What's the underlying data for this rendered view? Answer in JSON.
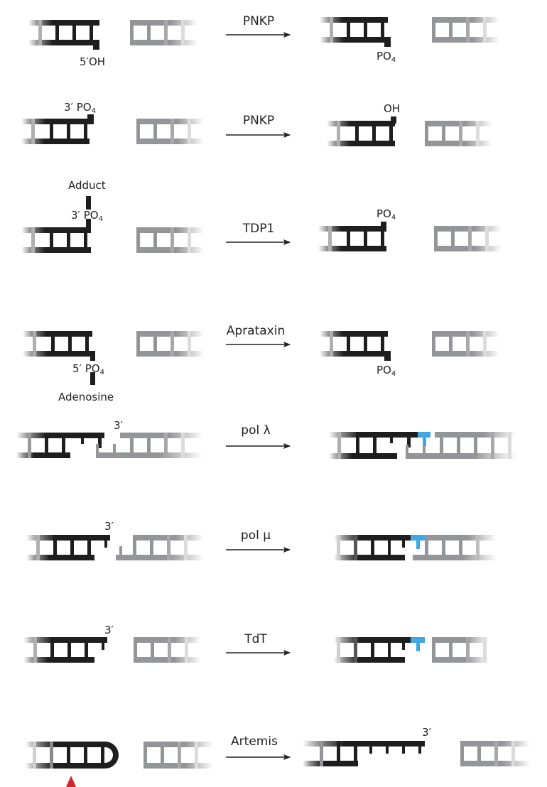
{
  "figure": {
    "colors": {
      "strand_black": "#1e1e1e",
      "strand_gray": "#939598",
      "added_nucleotide_blue": "#41a7e1",
      "cleavage_marker_red": "#d0262c",
      "text": "#231f20"
    },
    "reactions": [
      {
        "enzyme": "PNKP",
        "substrate_labels": [
          "5′OH"
        ],
        "product_labels": [
          "PO",
          "4"
        ]
      },
      {
        "enzyme": "PNKP",
        "substrate_labels": [
          "3′ PO",
          "4"
        ],
        "product_labels": [
          "OH"
        ]
      },
      {
        "enzyme": "TDP1",
        "substrate_labels": [
          "Adduct",
          "3′ PO",
          "4"
        ],
        "product_labels": [
          "PO",
          "4"
        ]
      },
      {
        "enzyme": "Aprataxin",
        "substrate_labels": [
          "5′ PO",
          "4",
          "Adenosine"
        ],
        "product_labels": [
          "PO",
          "4"
        ]
      },
      {
        "enzyme": "pol λ",
        "substrate_labels": [
          "3′"
        ],
        "product_labels": []
      },
      {
        "enzyme": "pol μ",
        "substrate_labels": [
          "3′"
        ],
        "product_labels": []
      },
      {
        "enzyme": "TdT",
        "substrate_labels": [
          "3′"
        ],
        "product_labels": []
      },
      {
        "enzyme": "Artemis",
        "substrate_labels": [],
        "product_labels": [
          "3′"
        ]
      }
    ]
  }
}
